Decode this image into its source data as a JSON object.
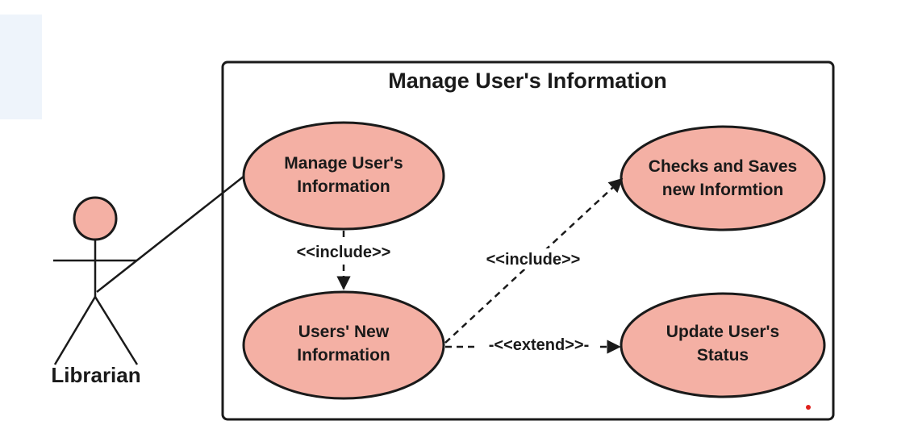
{
  "system_title": "Manage User's  Information",
  "actor": {
    "label": "Librarian"
  },
  "use_cases": {
    "manage": [
      "Manage User's",
      "Information"
    ],
    "new_info": [
      "Users' New",
      "Information"
    ],
    "checks": [
      "Checks and Saves",
      "new Informtion"
    ],
    "update": [
      "Update User's",
      "Status"
    ]
  },
  "relations": {
    "include_1": "<<include>>",
    "include_2": "<<include>>",
    "extend": "-<<extend>>-"
  },
  "colors": {
    "use_case_fill": "#f4b0a4",
    "stroke": "#1a1a1a",
    "marker": "#e0201c"
  }
}
